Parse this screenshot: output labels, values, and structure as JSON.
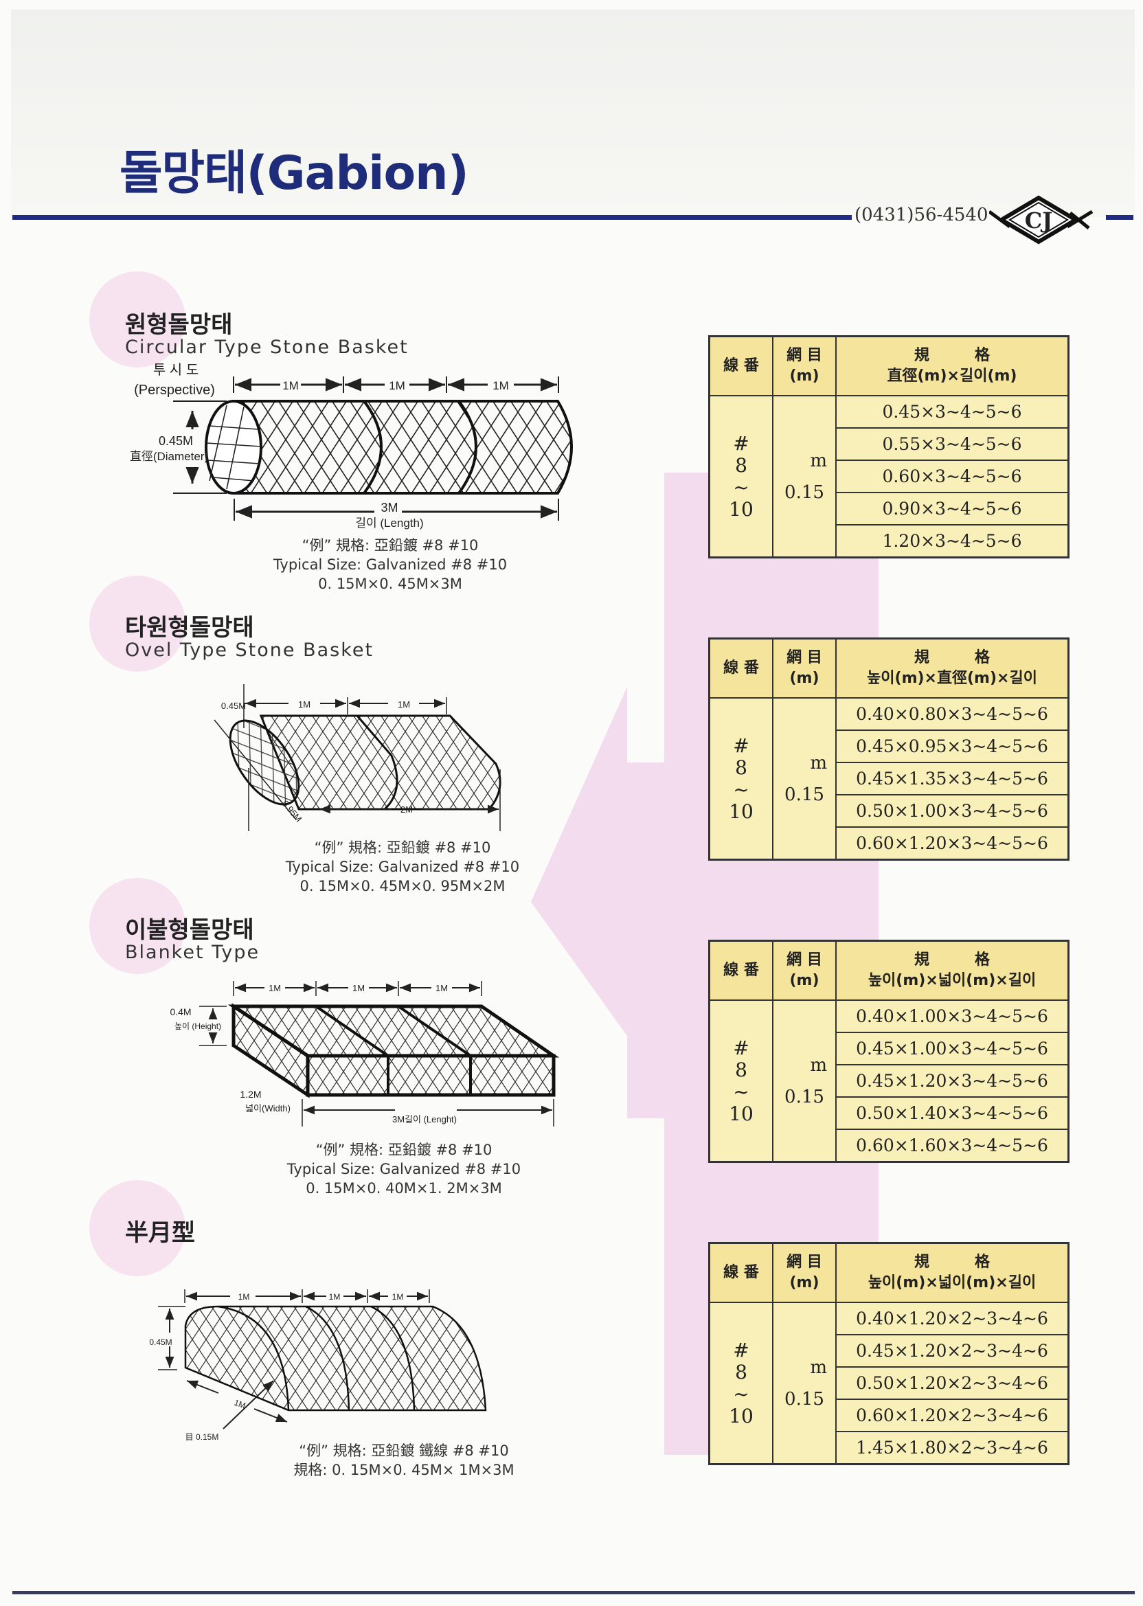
{
  "header": {
    "title": "돌망태(Gabion)",
    "phone": "(0431)56-4540",
    "logo_text": "CJ"
  },
  "colors": {
    "accent": "#1e2a86",
    "pink": "#f4dcef",
    "table_bg": "#f9efb8",
    "table_head": "#f5e49c"
  },
  "sections": [
    {
      "title_ko": "원형돌망태",
      "title_en": "Circular Type Stone Basket",
      "labels": {
        "perspective_ko": "투 시 도",
        "perspective_en": "(Perspective)",
        "seg1": "1M",
        "seg2": "1M",
        "seg3": "1M",
        "height": "0.45M",
        "diameter": "直徑(Diameter)",
        "length": "3M",
        "length_label": "길이 (Length)"
      },
      "caption": [
        "“例” 規格: 亞鉛鍍 #8 #10",
        "Typical Size: Galvanized #8 #10",
        "0. 15M×0. 45M×3M"
      ]
    },
    {
      "title_ko": "타원형돌망태",
      "title_en": "Ovel Type Stone Basket",
      "labels": {
        "height": "0.45M",
        "seg1": "1M",
        "seg2": "1M",
        "depth": "0.95M",
        "length": "2M"
      },
      "caption": [
        "“例” 規格: 亞鉛鍍 #8 #10",
        "Typical Size: Galvanized #8 #10",
        "0. 15M×0. 45M×0. 95M×2M"
      ]
    },
    {
      "title_ko": "이불형돌망태",
      "title_en": "Blanket Type",
      "labels": {
        "seg1": "1M",
        "seg2": "1M",
        "seg3": "1M",
        "height": "0.4M",
        "height_label": "높이 (Height)",
        "width": "1.2M",
        "width_label": "넓이(Width)",
        "length": "3M길이 (Lenght)"
      },
      "caption": [
        "“例” 規格: 亞鉛鍍 #8 #10",
        "Typical Size: Galvanized #8 #10",
        "0. 15M×0. 40M×1. 2M×3M"
      ]
    },
    {
      "title_ko": "半月型",
      "labels": {
        "seg1": "1M",
        "seg2": "1M",
        "seg3": "1M",
        "height": "0.45M",
        "depth": "1M",
        "mesh": "目 0.15M"
      },
      "caption": [
        "“例” 規格: 亞鉛鍍 鐵線 #8 #10",
        "規格: 0. 15M×0. 45M× 1M×3M"
      ]
    }
  ],
  "tables": [
    {
      "h_wire": "線 番",
      "h_mesh1": "網 目",
      "h_mesh2": "(m)",
      "h_spec1": "規　　　格",
      "h_spec2": "直徑(m)×길이(m)",
      "wire": [
        "#",
        "8",
        "~",
        "10"
      ],
      "mesh_unit": "m",
      "mesh": "0.15",
      "rows": [
        "0.45×3~4~5~6",
        "0.55×3~4~5~6",
        "0.60×3~4~5~6",
        "0.90×3~4~5~6",
        "1.20×3~4~5~6"
      ]
    },
    {
      "h_wire": "線 番",
      "h_mesh1": "網 目",
      "h_mesh2": "(m)",
      "h_spec1": "規　　　格",
      "h_spec2": "높이(m)×直徑(m)×길이",
      "wire": [
        "#",
        "8",
        "~",
        "10"
      ],
      "mesh_unit": "m",
      "mesh": "0.15",
      "rows": [
        "0.40×0.80×3~4~5~6",
        "0.45×0.95×3~4~5~6",
        "0.45×1.35×3~4~5~6",
        "0.50×1.00×3~4~5~6",
        "0.60×1.20×3~4~5~6"
      ]
    },
    {
      "h_wire": "線 番",
      "h_mesh1": "網 目",
      "h_mesh2": "(m)",
      "h_spec1": "規　　　格",
      "h_spec2": "높이(m)×넓이(m)×길이",
      "wire": [
        "#",
        "8",
        "~",
        "10"
      ],
      "mesh_unit": "m",
      "mesh": "0.15",
      "rows": [
        "0.40×1.00×3~4~5~6",
        "0.45×1.00×3~4~5~6",
        "0.45×1.20×3~4~5~6",
        "0.50×1.40×3~4~5~6",
        "0.60×1.60×3~4~5~6"
      ]
    },
    {
      "h_wire": "線 番",
      "h_mesh1": "網 目",
      "h_mesh2": "(m)",
      "h_spec1": "規　　　格",
      "h_spec2": "높이(m)×넓이(m)×길이",
      "wire": [
        "#",
        "8",
        "~",
        "10"
      ],
      "mesh_unit": "m",
      "mesh": "0.15",
      "rows": [
        "0.40×1.20×2~3~4~6",
        "0.45×1.20×2~3~4~6",
        "0.50×1.20×2~3~4~6",
        "0.60×1.20×2~3~4~6",
        "1.45×1.80×2~3~4~6"
      ]
    }
  ]
}
